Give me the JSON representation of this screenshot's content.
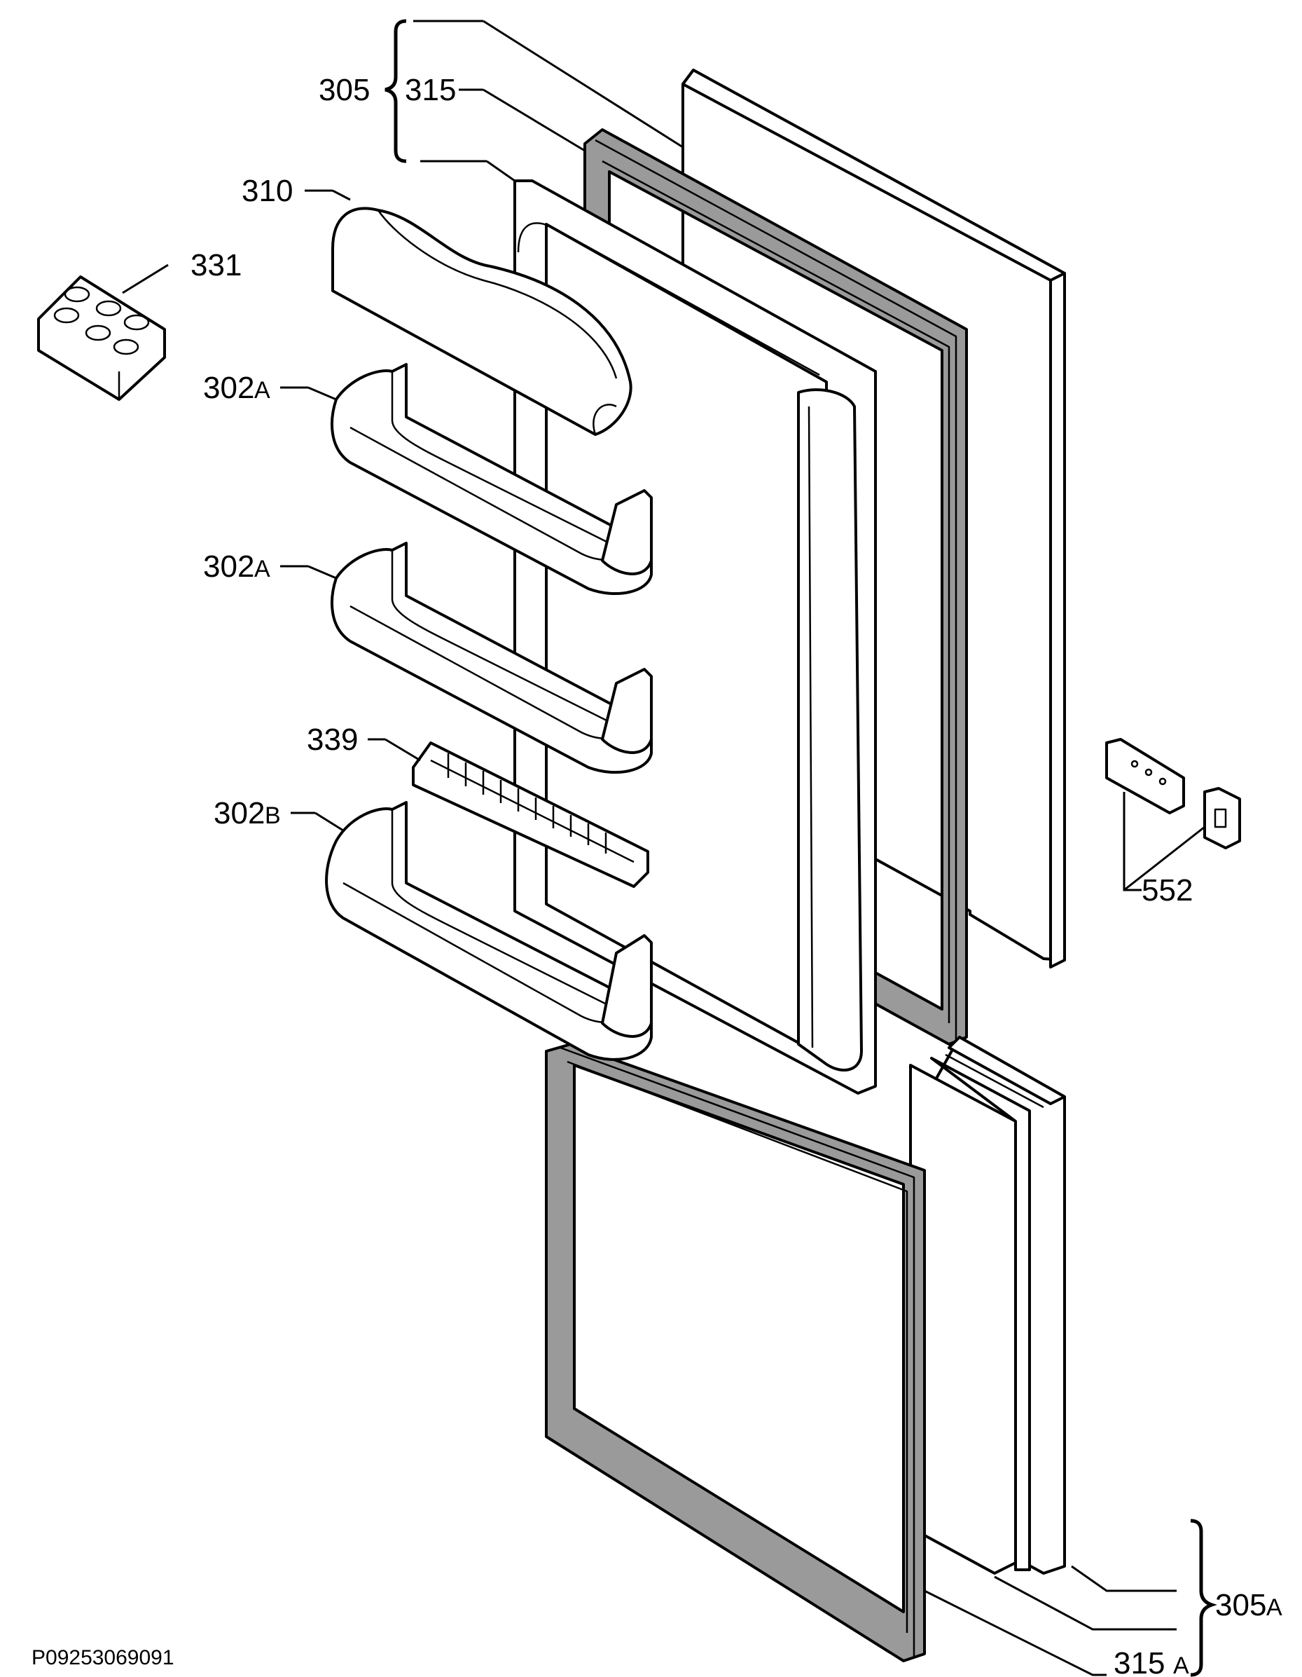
{
  "labels": {
    "l305": "305",
    "l315": "315",
    "l310": "310",
    "l331": "331",
    "l302a_1_num": "302",
    "l302a_1_suf": "A",
    "l302a_2_num": "302",
    "l302a_2_suf": "A",
    "l339": "339",
    "l302b_num": "302",
    "l302b_suf": "B",
    "l552": "552",
    "l305a_num": "305",
    "l305a_suf": "A",
    "l315a_num": "315",
    "l315a_suf": "A"
  },
  "drawing_code": "P09253069091"
}
